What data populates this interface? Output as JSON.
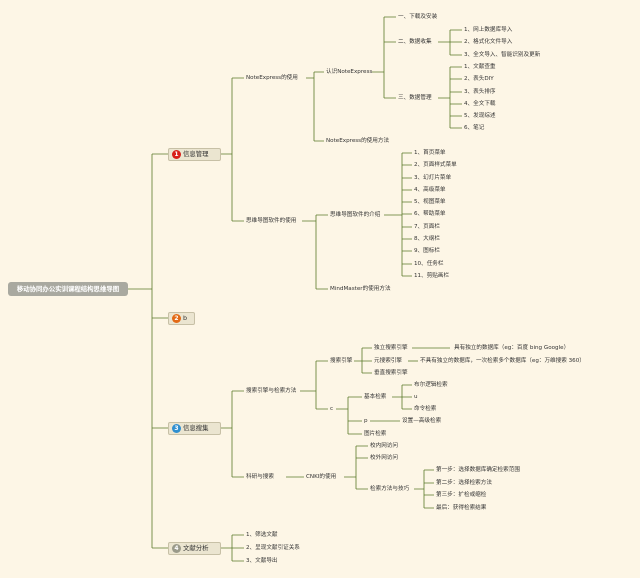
{
  "root": "移动协同办公实训课程结构思维导图",
  "branches": [
    {
      "badge": "1",
      "label": "信息管理",
      "badge_color": "#d8201a"
    },
    {
      "badge": "2",
      "label": "b",
      "badge_color": "#e36a16"
    },
    {
      "badge": "3",
      "label": "信息搜集",
      "badge_color": "#2f8fd0"
    },
    {
      "badge": "4",
      "label": "文献分析",
      "badge_color": "#9a9a8a"
    }
  ],
  "b1": {
    "noteexpress": "NoteExpress的使用",
    "renshi": "认识NoteExpress",
    "install": "一、下载及安装",
    "collect": "二、数据收集",
    "collect_items": [
      "1、网上数据库导入",
      "2、格式化文件导入",
      "3、全文导入、智能识别及更新"
    ],
    "manage": "三、数据管理",
    "manage_items": [
      "1、文献查重",
      "2、表头DIY",
      "3、表头排序",
      "4、全文下载",
      "5、发现综述",
      "6、笔记"
    ],
    "usage": "NoteExpress的使用方法",
    "mindmap_sw": "思维导图软件的使用",
    "intro": "思维导图软件的介绍",
    "intro_items": [
      "1、首页菜单",
      "2、页面样式菜单",
      "3、幻灯片菜单",
      "4、高级菜单",
      "5、视图菜单",
      "6、帮助菜单",
      "7、页面栏",
      "8、大纲栏",
      "9、图标栏",
      "10、任务栏",
      "11、剪贴画栏"
    ],
    "mindmaster": "MindMaster的使用方法"
  },
  "b3": {
    "search_engine": "搜索引擎与检索方法",
    "engine": "搜索引擎",
    "independent": "独立搜索引擎",
    "independent_note": "具有独立的数据库（eg：百度 bing Google）",
    "meta": "元搜索引擎",
    "meta_note": "不具有独立的数据库，一次检索多个数据库（eg：万维搜索 360）",
    "vertical": "垂直搜索引擎",
    "c": "c",
    "basic": "基本检索",
    "boolean": "布尔逻辑检索",
    "u": "u",
    "cmd": "命令检索",
    "p": "p",
    "settings": "设置—高级检索",
    "image": "图片检索",
    "research": "科研与搜索",
    "cnki": "CNKI的使用",
    "inside": "校内网访问",
    "outside": "校外网访问",
    "skills": "检索方法与技巧",
    "steps": [
      "第一步：选择数据库确定检索范围",
      "第二步：选择检索方法",
      "第三步：扩检或缩检",
      "最后：获得检索结果"
    ]
  },
  "b4": {
    "items": [
      "1、筛选文献",
      "2、呈现文献引证关系",
      "3、文献导出"
    ]
  }
}
